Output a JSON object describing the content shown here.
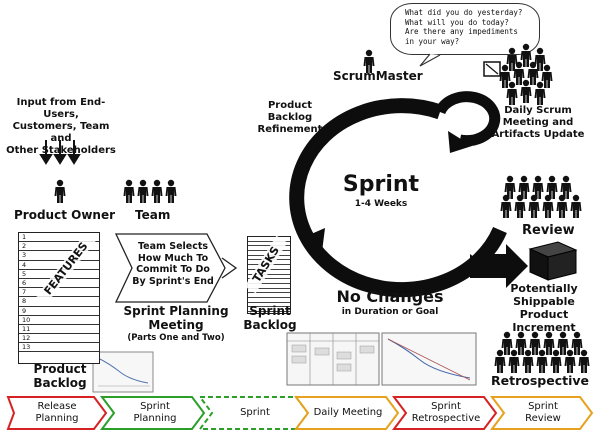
{
  "title": {
    "word": "Sprint",
    "sub": "1-4 Weeks"
  },
  "speech_bubble": [
    "What did you do yesterday?",
    "What will you do today?",
    "Are there any impediments",
    "in your way?"
  ],
  "scrum_master": "ScrumMaster",
  "refinement": [
    "Product",
    "Backlog",
    "Refinement"
  ],
  "daily_scrum": [
    "Daily Scrum",
    "Meeting and",
    "Artifacts Update"
  ],
  "input_text": [
    "Input from End-Users,",
    "Customers, Team and",
    "Other Stakeholders"
  ],
  "product_owner": "Product Owner",
  "team": "Team",
  "team_selects": [
    "Team Selects",
    "How Much To",
    "Commit To Do",
    "By Sprint's End"
  ],
  "features_label": "FEATURES",
  "feature_rows": [
    "1",
    "2",
    "3",
    "4",
    "5",
    "6",
    "7",
    "8",
    "9",
    "10",
    "11",
    "12",
    "13"
  ],
  "tasks_label": "TASKS",
  "sprint_planning": [
    "Sprint Planning",
    "Meeting"
  ],
  "sprint_planning_sub": "(Parts One and Two)",
  "sprint_backlog": [
    "Sprint",
    "Backlog"
  ],
  "product_backlog": [
    "Product",
    "Backlog"
  ],
  "no_changes": "No Changes",
  "no_changes_sub": "in Duration or Goal",
  "review": "Review",
  "increment": [
    "Potentially",
    "Shippable Product",
    "Increment"
  ],
  "retrospective": "Retrospective",
  "flow_steps": [
    {
      "label": "Release\nPlanning",
      "color": "#d62222"
    },
    {
      "label": "Sprint\nPlanning",
      "color": "#2aa02a"
    },
    {
      "label": "Sprint",
      "color": "#2aa02a"
    },
    {
      "label": "Daily Meeting",
      "color": "#e6a21e"
    },
    {
      "label": "Sprint\nRetrospective",
      "color": "#d62222"
    },
    {
      "label": "Sprint\nReview",
      "color": "#e6a21e"
    }
  ],
  "icons": [
    "person-icon",
    "team-icon",
    "cycle-arrow-icon",
    "cube-icon",
    "arrow-icon"
  ]
}
